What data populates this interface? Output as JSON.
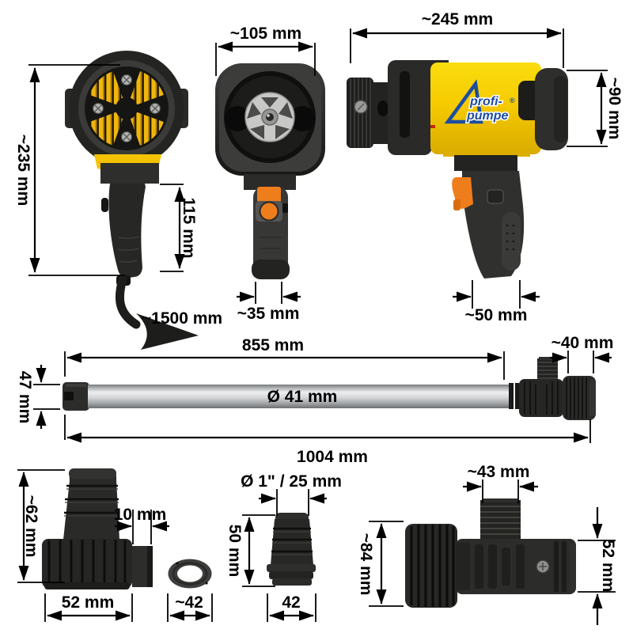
{
  "title": "profi-pumpe barrel pump dimension diagram",
  "logo": {
    "line1": "profi-",
    "line2": "pumpe",
    "reg": "®"
  },
  "colors": {
    "background": "#FFFFFF",
    "body_yellow": "#F6CB00",
    "accent_orange": "#EE7D1C",
    "logo_blue": "#1C4DA0",
    "part_black": "#262624",
    "tube_silver": "#C7CACC",
    "dimension_black": "#000000"
  },
  "views": {
    "front_view": {
      "height_label": "~235 mm",
      "handle_length_label": "115 mm",
      "cable_length_label": "~1500 mm"
    },
    "top_view": {
      "width_label": "~105 mm",
      "handle_width_label": "~35 mm"
    },
    "side_view": {
      "length_label": "~245 mm",
      "height_label": "~90 mm",
      "handle_width_label": "~50 mm"
    },
    "suction_tube": {
      "tube_length_label": "855 mm",
      "outlet_width_label": "~40 mm",
      "foot_diameter_label": "47 mm",
      "tube_diameter_label": "Ø 41 mm",
      "total_length_label": "1004 mm"
    },
    "hose_adapter": {
      "height_label": "~62 mm",
      "spout_label": "10 mm",
      "width_label": "52 mm"
    },
    "gasket": {
      "diameter_label": "~42"
    },
    "hose_nozzle": {
      "thread_label": "Ø 1\" / 25 mm",
      "height_label": "50 mm",
      "base_label": "42"
    },
    "t_connector": {
      "thread_label": "~43 mm",
      "height_label": "~84 mm",
      "body_label": "52 mm"
    }
  }
}
